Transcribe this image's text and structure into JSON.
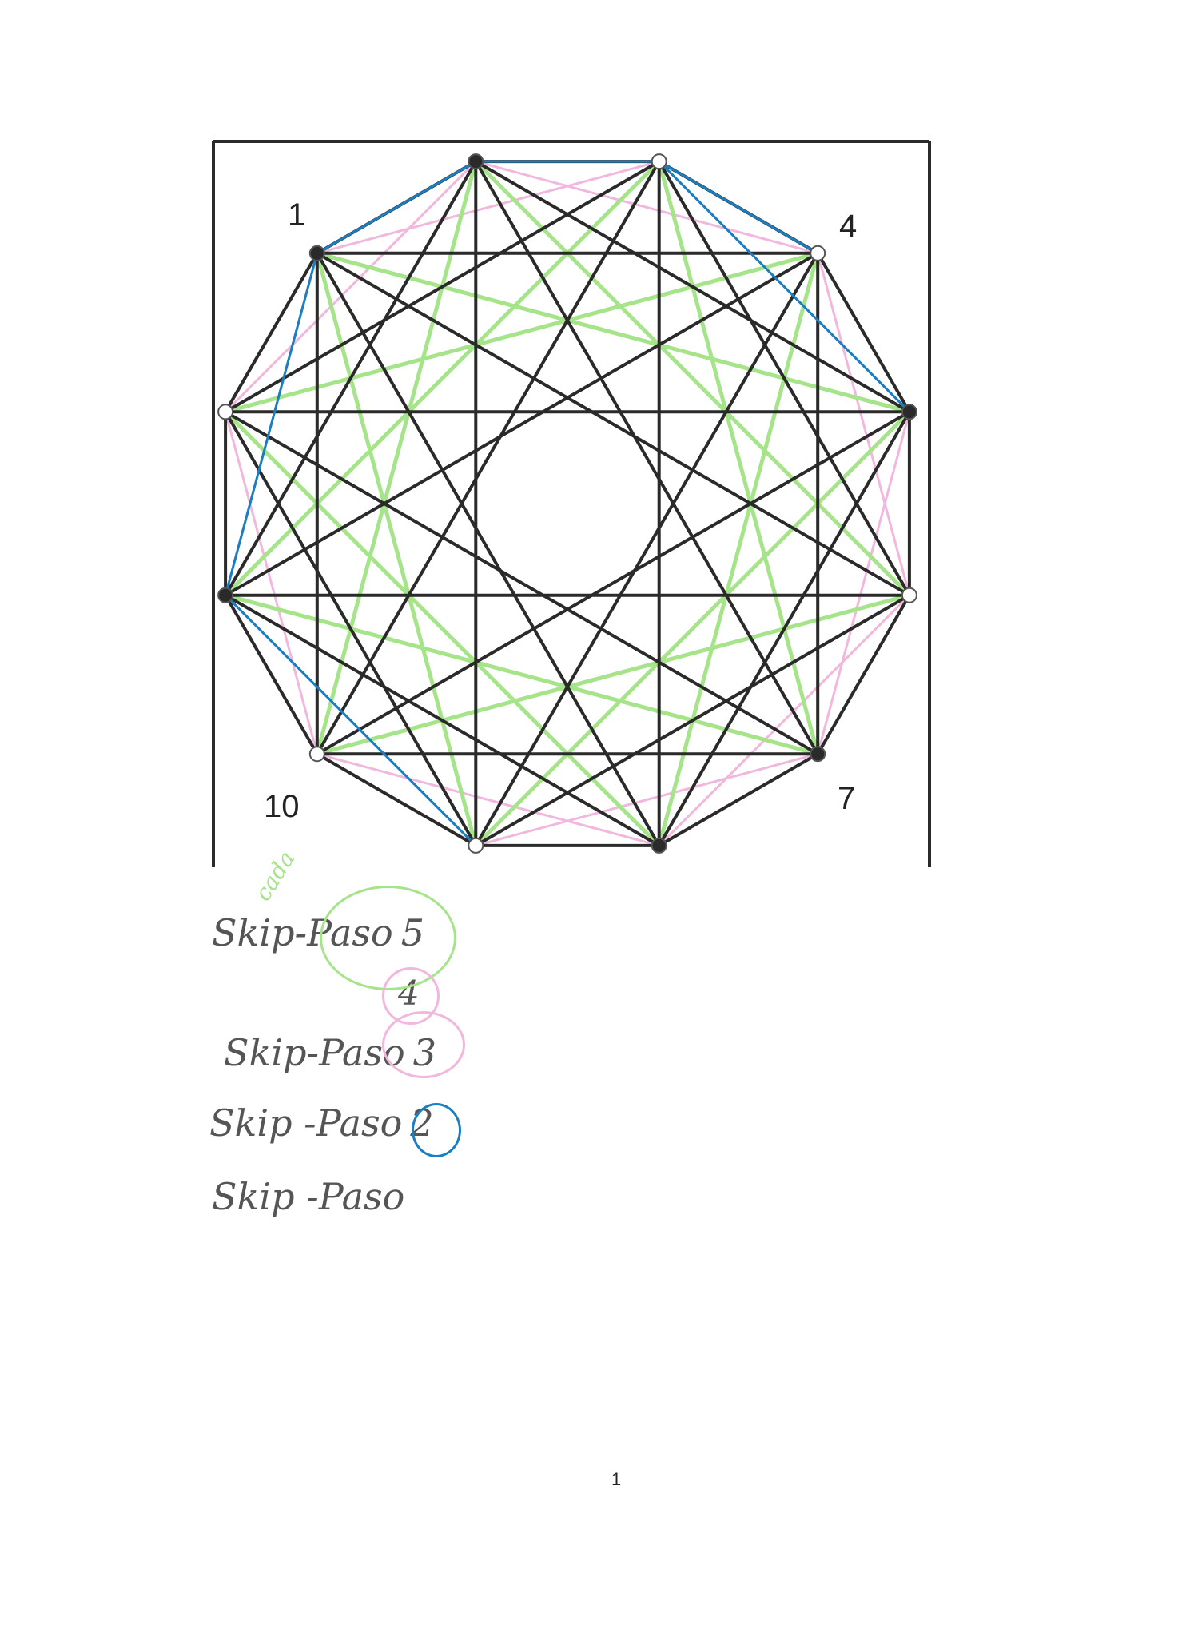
{
  "diagram": {
    "vertex_count": 12,
    "vertex_labels": {
      "v1": "1",
      "v4": "4",
      "v7": "7",
      "v10": "10"
    },
    "chords_black_steps": [
      1,
      3,
      5
    ],
    "chords_green_steps": [
      4
    ],
    "chords_pink_steps": [
      2
    ],
    "blue_lines_shown": true,
    "colors": {
      "black": "#2a2a2a",
      "green": "#a6e48a",
      "pink": "#f2b7dc",
      "blue": "#1a7fc2"
    }
  },
  "handwriting": {
    "line1_text": "Skip-Paso",
    "line1_num": "5",
    "line1_annotation": "cada",
    "line1b_num": "4",
    "line2_text": "Skip-Paso",
    "line2_num": "3",
    "line3_text": "Skip -Paso",
    "line3_num": "2",
    "line4_text": "Skip -Paso"
  },
  "footer": {
    "page_number": "1"
  }
}
